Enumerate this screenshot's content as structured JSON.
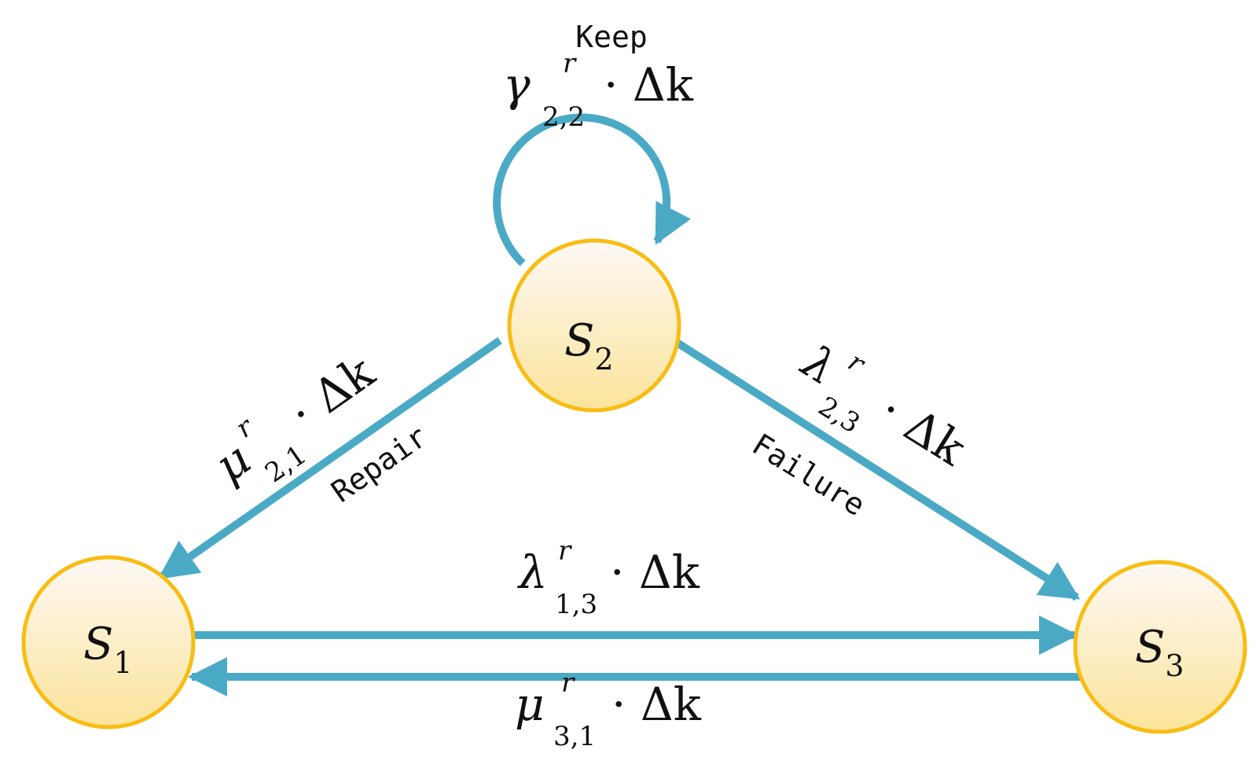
{
  "nodes": {
    "s1": {
      "letter": "S",
      "sub": "1"
    },
    "s2": {
      "letter": "S",
      "sub": "2"
    },
    "s3": {
      "letter": "S",
      "sub": "3"
    }
  },
  "edges": {
    "keep": {
      "word": "Keep",
      "symbol": "γ",
      "sup": "r",
      "sub": "2,2",
      "rest": "· Δk"
    },
    "repair": {
      "word": "Repair",
      "symbol": "μ",
      "sup": "r",
      "sub": "2,1",
      "rest": "· Δk"
    },
    "failure": {
      "word": "Failure",
      "symbol": "λ",
      "sup": "r",
      "sub": "2,3",
      "rest": "· Δk"
    },
    "s1_to_s3": {
      "symbol": "λ",
      "sup": "r",
      "sub": "1,3",
      "rest": "· Δk"
    },
    "s3_to_s1": {
      "symbol": "μ",
      "sup": "r",
      "sub": "3,1",
      "rest": "· Δk"
    }
  },
  "colors": {
    "edge": "#4aaac6",
    "node_border": "#f9bc12",
    "node_fill_top": "#fdf8f5",
    "node_fill_bottom": "#fce49a"
  }
}
